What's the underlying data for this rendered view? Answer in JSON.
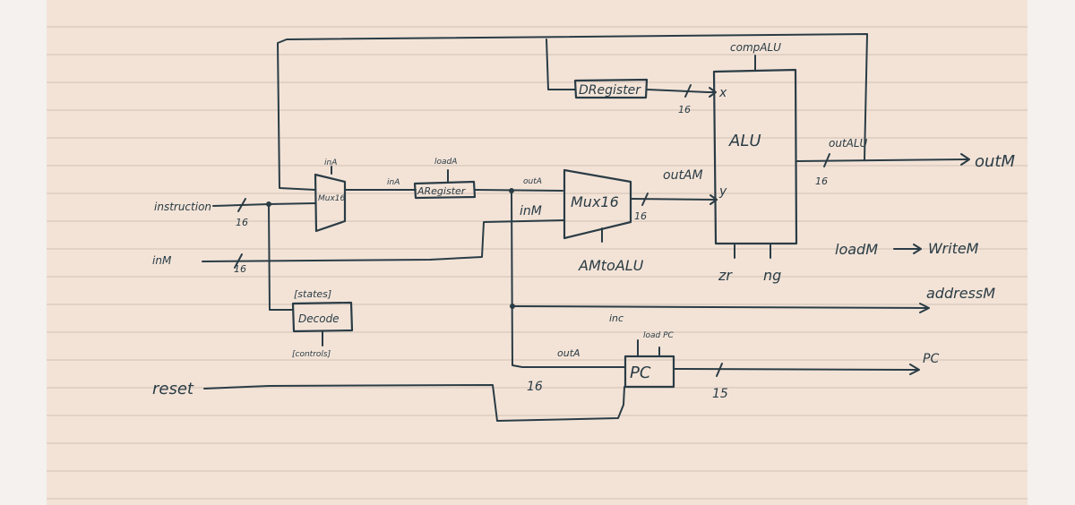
{
  "colors": {
    "ink": "#2a3c45",
    "paper": "#f3e3d7",
    "rule": "#e2d2c6"
  },
  "inputs": {
    "instruction": "instruction",
    "inM": "inM",
    "reset": "reset"
  },
  "outputs": {
    "outM": "outM",
    "writeM": "WriteM",
    "addressM": "addressM",
    "pc": "PC"
  },
  "blocks": {
    "mux_a": "Mux16",
    "a_register": "ARegister",
    "d_register": "DRegister",
    "mux_am": "Mux16",
    "alu": "ALU",
    "decode": "Decode",
    "pc": "PC"
  },
  "labels": {
    "comp_alu": "compALU",
    "in_a_top": "inA",
    "in_a": "inA",
    "load_a": "loadA",
    "out_a": "outA",
    "in_m": "inM",
    "out_am": "outAM",
    "am_to_alu": "AMtoALU",
    "x": "x",
    "y": "y",
    "out_alu": "outALU",
    "zr": "zr",
    "ng": "ng",
    "load_m": "loadM",
    "arrow": "⟶",
    "inc": "inc",
    "load_pc": "load PC",
    "out_a_pc": "outA",
    "states": "[states]",
    "controls": "[controls]"
  },
  "bus_widths": {
    "instruction": "16",
    "inM": "16",
    "d_to_x": "16",
    "mux_out": "16",
    "alu_out": "16",
    "a_to_pc": "16",
    "pc_out": "15"
  }
}
